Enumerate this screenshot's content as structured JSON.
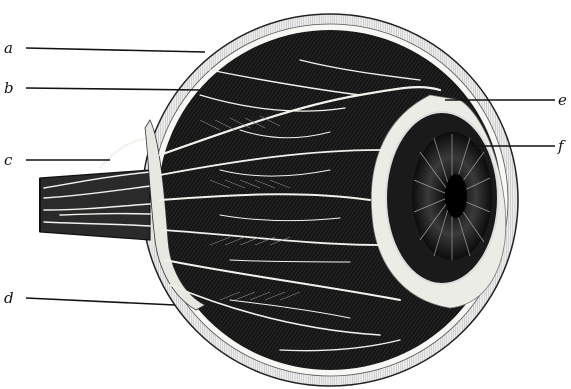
{
  "figure": {
    "labels": [
      {
        "id": "a",
        "text": "a"
      },
      {
        "id": "b",
        "text": "b"
      },
      {
        "id": "c",
        "text": "c"
      },
      {
        "id": "d",
        "text": "d"
      },
      {
        "id": "e",
        "text": "e"
      },
      {
        "id": "f",
        "text": "f"
      }
    ]
  }
}
